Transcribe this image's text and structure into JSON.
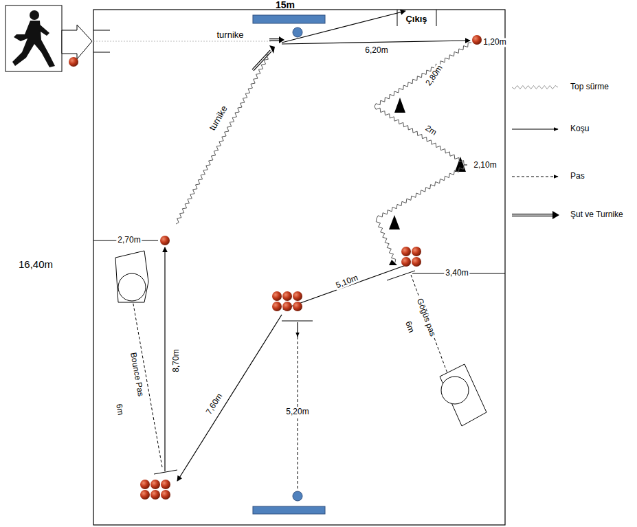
{
  "diagram": {
    "labels": [
      "15m",
      "turnike",
      "Çıkış",
      "6,20m",
      "1,20m",
      "2,80m",
      "2m",
      "2,10m",
      "turnike",
      "2,70m",
      "16,40m",
      "3,40m",
      "5,10m",
      "Göğüs pas",
      "6m",
      "Bounce Pas",
      "6m",
      "8,70m",
      "7,60m",
      "5,20m"
    ],
    "legend": [
      {
        "text": "Top sürme"
      },
      {
        "text": "Koşu"
      },
      {
        "text": "Pas"
      },
      {
        "text": "Şut ve Turnike"
      }
    ]
  }
}
